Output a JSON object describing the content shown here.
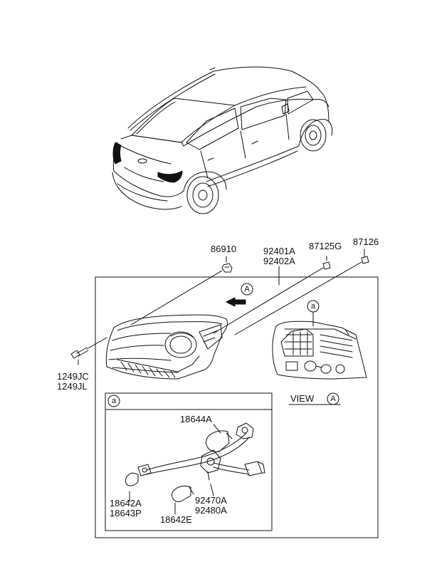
{
  "labels": {
    "part_86910": "86910",
    "part_92401A": "92401A",
    "part_92402A": "92402A",
    "part_87125G": "87125G",
    "part_87126": "87126",
    "part_1249JC": "1249JC",
    "part_1249JL": "1249JL",
    "part_18644A": "18644A",
    "part_18642A": "18642A",
    "part_18643P": "18643P",
    "part_92470A": "92470A",
    "part_92480A": "92480A",
    "part_18642E": "18642E",
    "view_text": "VIEW",
    "callout_A": "A",
    "callout_a": "a"
  },
  "icons": {
    "car": "rear-three-quarter-car-illustration",
    "lamp": "rear-combination-lamp-assembly",
    "bulb": "wedge-bulb",
    "socket": "bulb-socket-harness"
  },
  "colors": {
    "line": "#111111",
    "background": "#ffffff"
  }
}
